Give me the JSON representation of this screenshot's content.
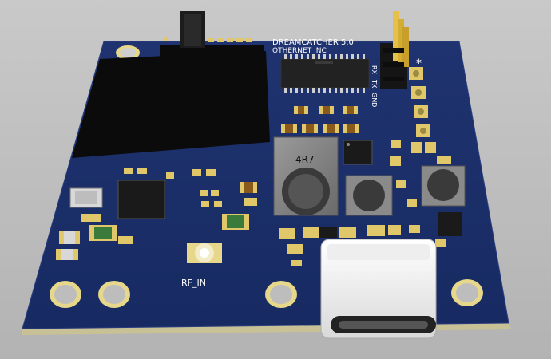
{
  "board": {
    "title": "DREAMCATCHER 5.0",
    "maker": "OTHERNET INC",
    "rf_label": "RF_IN",
    "inductor_marking": "4R7",
    "header_labels": [
      "RX",
      "TX",
      "GND"
    ],
    "star_mark": "*"
  },
  "colors": {
    "pcb": "#1b2d6a",
    "pcb_edge": "#c8c196",
    "pad_gold": "#e0c86a",
    "component_black": "#111111"
  }
}
